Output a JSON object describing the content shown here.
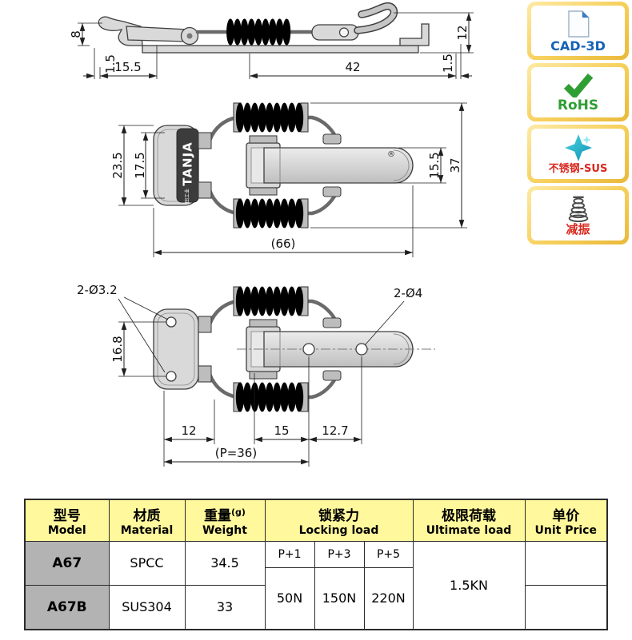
{
  "colors": {
    "table_header_bg": "#fff89c",
    "model_cell_bg": "#b3b3b3",
    "badge_frame_gold": "#f6cf5a",
    "cad_blue": "#1661b8",
    "rohs_green": "#2f9e33",
    "sus_red": "#d8281e",
    "line_color": "#1f1f1f"
  },
  "badges": [
    {
      "label": "CAD-3D",
      "icon": "cad-3d-document-icon",
      "label_color": "#1661b8"
    },
    {
      "label": "RoHS",
      "icon": "rohs-check-icon",
      "label_color": "#2f9e33"
    },
    {
      "label": "不锈钢-SUS",
      "icon": "stainless-star-icon",
      "label_color": "#d8281e"
    },
    {
      "label": "减振",
      "icon": "damping-spring-icon",
      "label_color": "#d8281e"
    }
  ],
  "drawings": {
    "brand": "TANJA",
    "brand_sub": "田工业",
    "registered": "®",
    "view_side": {
      "dims": {
        "h8": "8",
        "left1_5": "1.5",
        "w15_5": "15.5",
        "w42": "42",
        "right1_5": "1.5",
        "h12": "12"
      }
    },
    "view_top": {
      "dims": {
        "h23_5": "23.5",
        "h17_5": "17.5",
        "h15_5": "15.5",
        "h37": "37",
        "w66": "(66)"
      }
    },
    "view_holes": {
      "dims": {
        "holes_left": "2-Ø3.2",
        "holes_right": "2-Ø4",
        "h16_8": "16.8",
        "w12": "12",
        "w15": "15",
        "w12_7": "12.7",
        "pitch": "(P=36)"
      }
    }
  },
  "table": {
    "header": {
      "model_cn": "型号",
      "model_en": "Model",
      "material_cn": "材质",
      "material_en": "Material",
      "weight_cn": "重量",
      "weight_sup": "(g)",
      "weight_en": "Weight",
      "locking_cn": "锁紧力",
      "locking_en": "Locking load",
      "ultimate_cn": "极限荷载",
      "ultimate_en": "Ultimate load",
      "price_cn": "单价",
      "price_en": "Unit Price"
    },
    "rows": [
      {
        "model": "A67",
        "material": "SPCC",
        "weight": "34.5",
        "price": ""
      },
      {
        "model": "A67B",
        "material": "SUS304",
        "weight": "33",
        "price": ""
      }
    ],
    "locking_subheaders": [
      "P+1",
      "P+3",
      "P+5"
    ],
    "locking_values": [
      "50N",
      "150N",
      "220N"
    ],
    "ultimate": "1.5KN"
  }
}
